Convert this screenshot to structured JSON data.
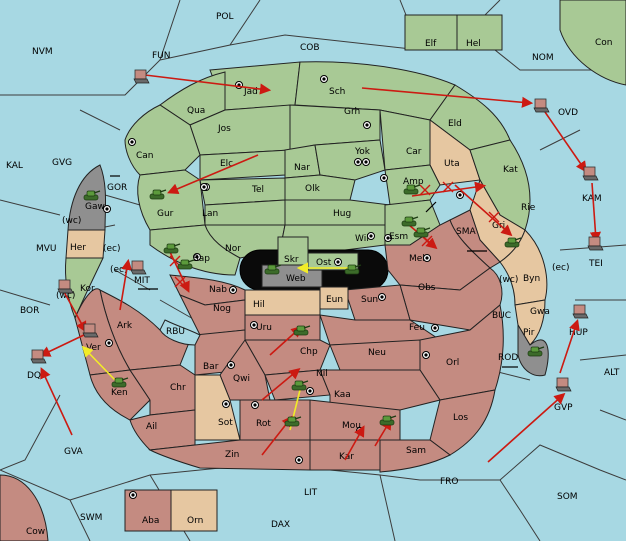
{
  "colors": {
    "sea": "#a7d8e3",
    "faction_green": "#a8c995",
    "faction_red": "#c48b81",
    "neutral_tan": "#e6c7a1",
    "impassable": "#8f8f8f",
    "order_arrow": "#cc1a12",
    "support_arrow": "#f2ec28"
  },
  "labels": {
    "POL": "POL",
    "FUN": "FUN",
    "COB": "COB",
    "NVM": "NVM",
    "NOM": "NOM",
    "OVD": "OVD",
    "KAL": "KAL",
    "GVG": "GVG",
    "GOR": "GOR",
    "Jad": "Jad",
    "Sch": "Sch",
    "Qua": "Qua",
    "Jos": "Jos",
    "Grh": "Grh",
    "Eld": "Eld",
    "Can": "Can",
    "Elc": "Elc",
    "Nar": "Nar",
    "Yok": "Yok",
    "Car": "Car",
    "Uta": "Uta",
    "Kat": "Kat",
    "KAM": "KAM",
    "Gur": "Gur",
    "Tel": "Tel",
    "Olk": "Olk",
    "Amp": "Amp",
    "Gaw": "Gaw",
    "Lan": "Lan",
    "Hug": "Hug",
    "Rie": "Rie",
    "Her": "Her",
    "Nor": "Nor",
    "Wil": "Wil",
    "Esm": "Esm",
    "SMA": "SMA",
    "Gri": "Gri",
    "MVU": "MVU",
    "wc": "(wc)",
    "ec": "(ec)",
    "Sap": "Sap",
    "Skr": "Skr",
    "Ost": "Ost",
    "Mel": "Mel",
    "TEI": "TEI",
    "MIT": "MIT",
    "Web": "Web",
    "Byn": "Byn",
    "Kor": "Kor",
    "Nab": "Nab",
    "Hil": "Hil",
    "Eun": "Eun",
    "Sun": "Sun",
    "Obs": "Obs",
    "BOR": "BOR",
    "Gwa": "Gwa",
    "Nog": "Nog",
    "Ark": "Ark",
    "RBU": "RBU",
    "Uru": "Uru",
    "Feu": "Feu",
    "BUC": "BUC",
    "Pir": "Pir",
    "HUP": "HUP",
    "Ver": "Ver",
    "Chp": "Chp",
    "Neu": "Neu",
    "DQP": "DQP",
    "Bar": "Bar",
    "Qwi": "Qwi",
    "Nil": "Nil",
    "Orl": "Orl",
    "ROD": "ROD",
    "Ken": "Ken",
    "Chr": "Chr",
    "Kaa": "Kaa",
    "ALT": "ALT",
    "GVP": "GVP",
    "Sot": "Sot",
    "Ail": "Ail",
    "Rot": "Rot",
    "Mou": "Mou",
    "Los": "Los",
    "GVA": "GVA",
    "Zin": "Zin",
    "Kar": "Kar",
    "Sam": "Sam",
    "FRO": "FRO",
    "LIT": "LIT",
    "SOM": "SOM",
    "SWM": "SWM",
    "Aba": "Aba",
    "Orn": "Orn",
    "DAX": "DAX",
    "Cow": "Cow",
    "Elf": "Elf",
    "Hel": "Hel",
    "Con": "Con"
  }
}
